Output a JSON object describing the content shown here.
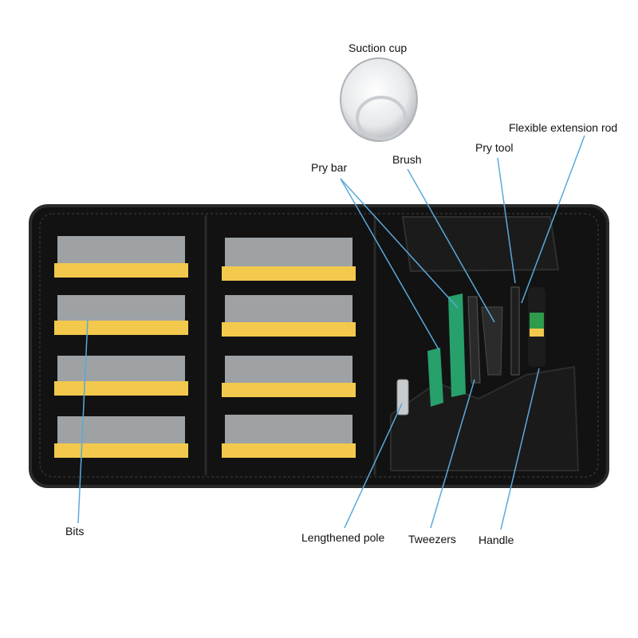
{
  "labels": {
    "suction_cup": "Suction cup",
    "flexible_extension_rod": "Flexible extension rod",
    "pry_tool": "Pry tool",
    "pry_bar": "Pry bar",
    "brush": "Brush",
    "bits": "Bits",
    "lengthened_pole": "Lengthened pole",
    "tweezers": "Tweezers",
    "handle": "Handle"
  },
  "colors": {
    "case": "#121212",
    "case_edge": "#2a2a2a",
    "bit_holder": "#f2c94c",
    "bit_metal": "#b9bcc0",
    "pry_bar": "#27a06b",
    "handle_accent": "#2e9c4a",
    "leader_line": "#5aa9dc"
  }
}
